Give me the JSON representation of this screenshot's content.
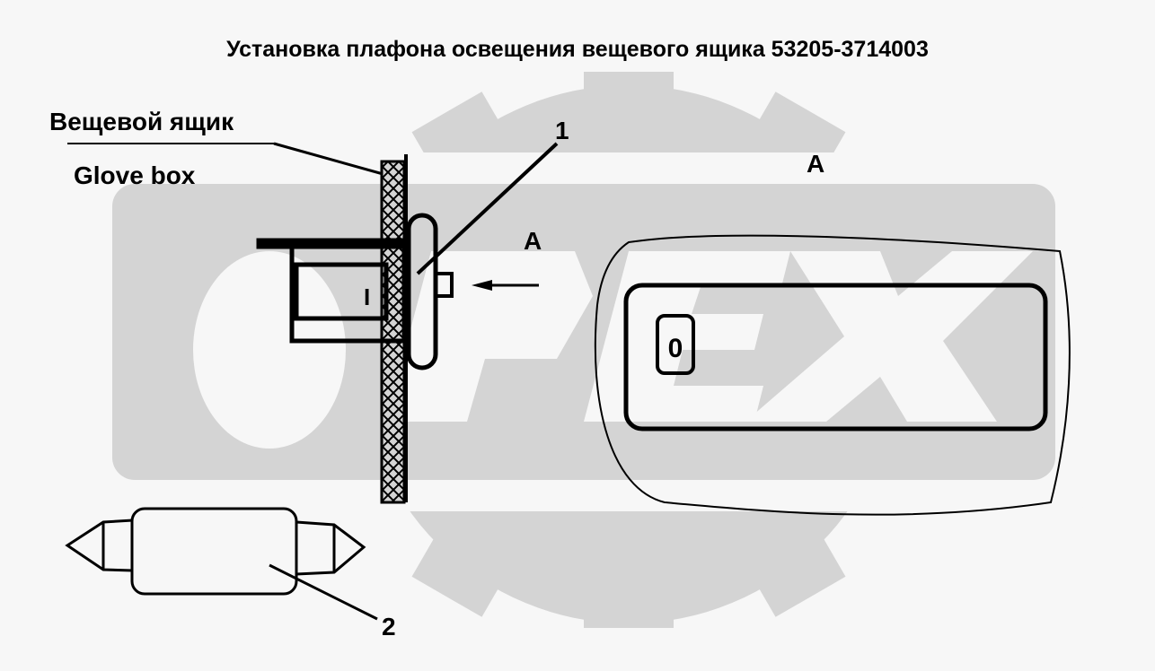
{
  "title": "Установка плафона освещения вещевого ящика 53205-3714003",
  "labels": {
    "glove_box_ru": "Вещевой  ящик",
    "glove_box_en": "Glove  box",
    "part_1": "1",
    "part_2": "2",
    "view_a_arrow": "A",
    "view_a_title": "A",
    "lamp_mark": "I",
    "switch_mark": "0"
  },
  "watermark": "OPEX",
  "colors": {
    "background": "#f7f7f7",
    "watermark_gray": "#d4d4d4",
    "ink": "#000000"
  }
}
